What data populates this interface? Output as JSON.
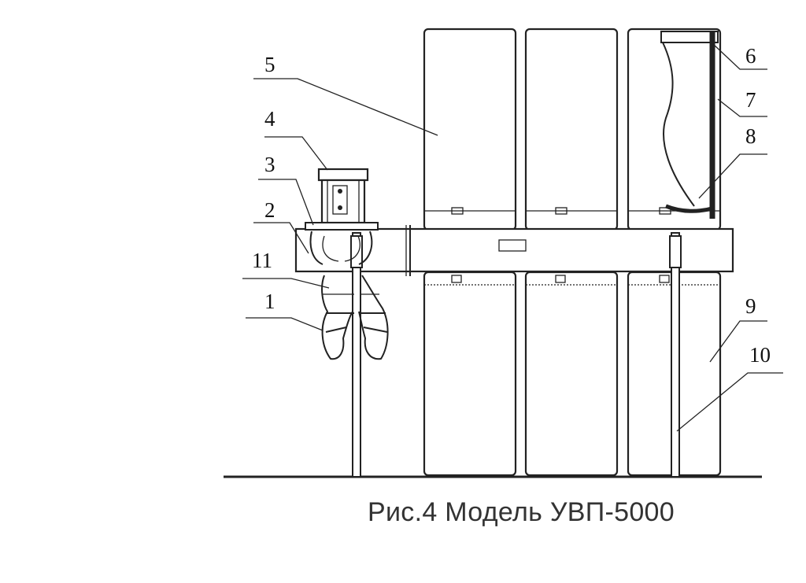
{
  "figure": {
    "caption": "Рис.4 Модель УВП-5000",
    "callouts": [
      "1",
      "2",
      "3",
      "4",
      "5",
      "6",
      "7",
      "8",
      "9",
      "10",
      "11"
    ]
  },
  "colors": {
    "line": "#222222",
    "caption": "#333333",
    "background": "#ffffff"
  }
}
